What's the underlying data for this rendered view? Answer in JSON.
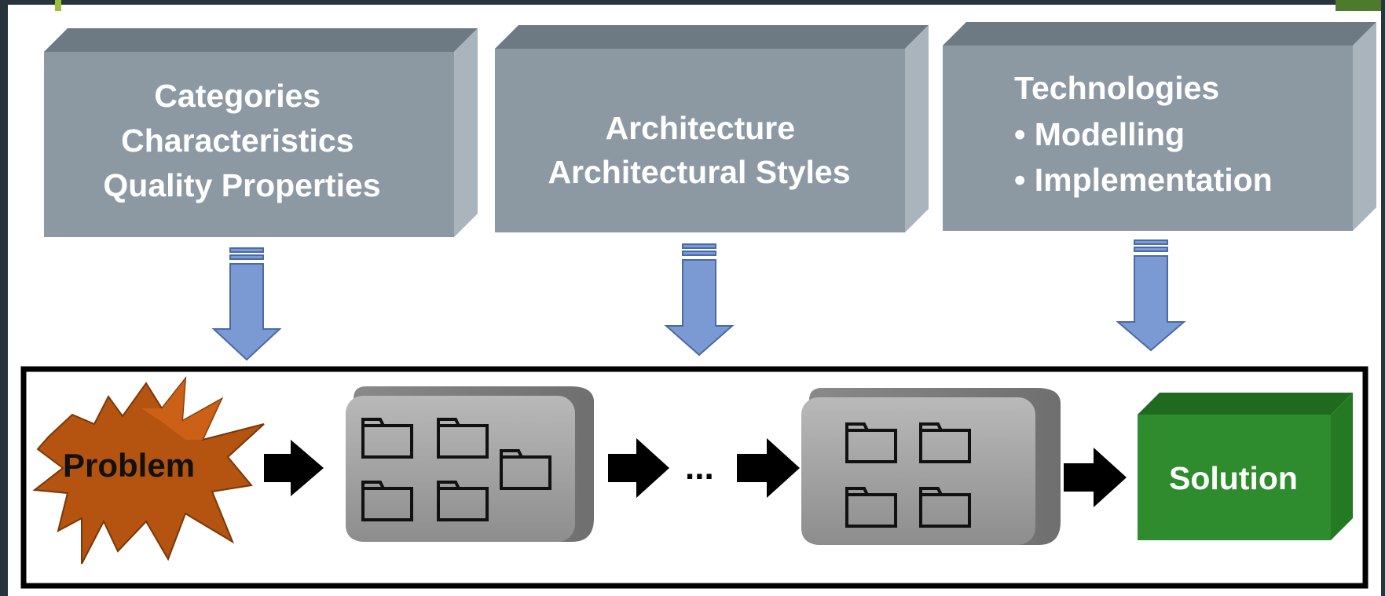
{
  "top_boxes": [
    {
      "lines": [
        "Categories",
        "Characteristics",
        "Quality Properties"
      ]
    },
    {
      "lines": [
        "Architecture",
        "Architectural Styles"
      ]
    },
    {
      "lines": [
        "Technologies",
        "• Modelling",
        "• Implementation"
      ]
    }
  ],
  "flow": {
    "problem_label": "Problem",
    "ellipsis": "...",
    "solution_label": "Solution"
  },
  "colors": {
    "page_bg": "#26343b",
    "slide_bg": "#ffffff",
    "box_face": "#8c99a3",
    "box_top": "#6e7a83",
    "box_side": "#a5b0b8",
    "arrow_blue": "#7b9ad3",
    "problem_orange": "#b45410",
    "module_gray": "#9a9a9a",
    "solution_green": "#2e8b2e"
  }
}
